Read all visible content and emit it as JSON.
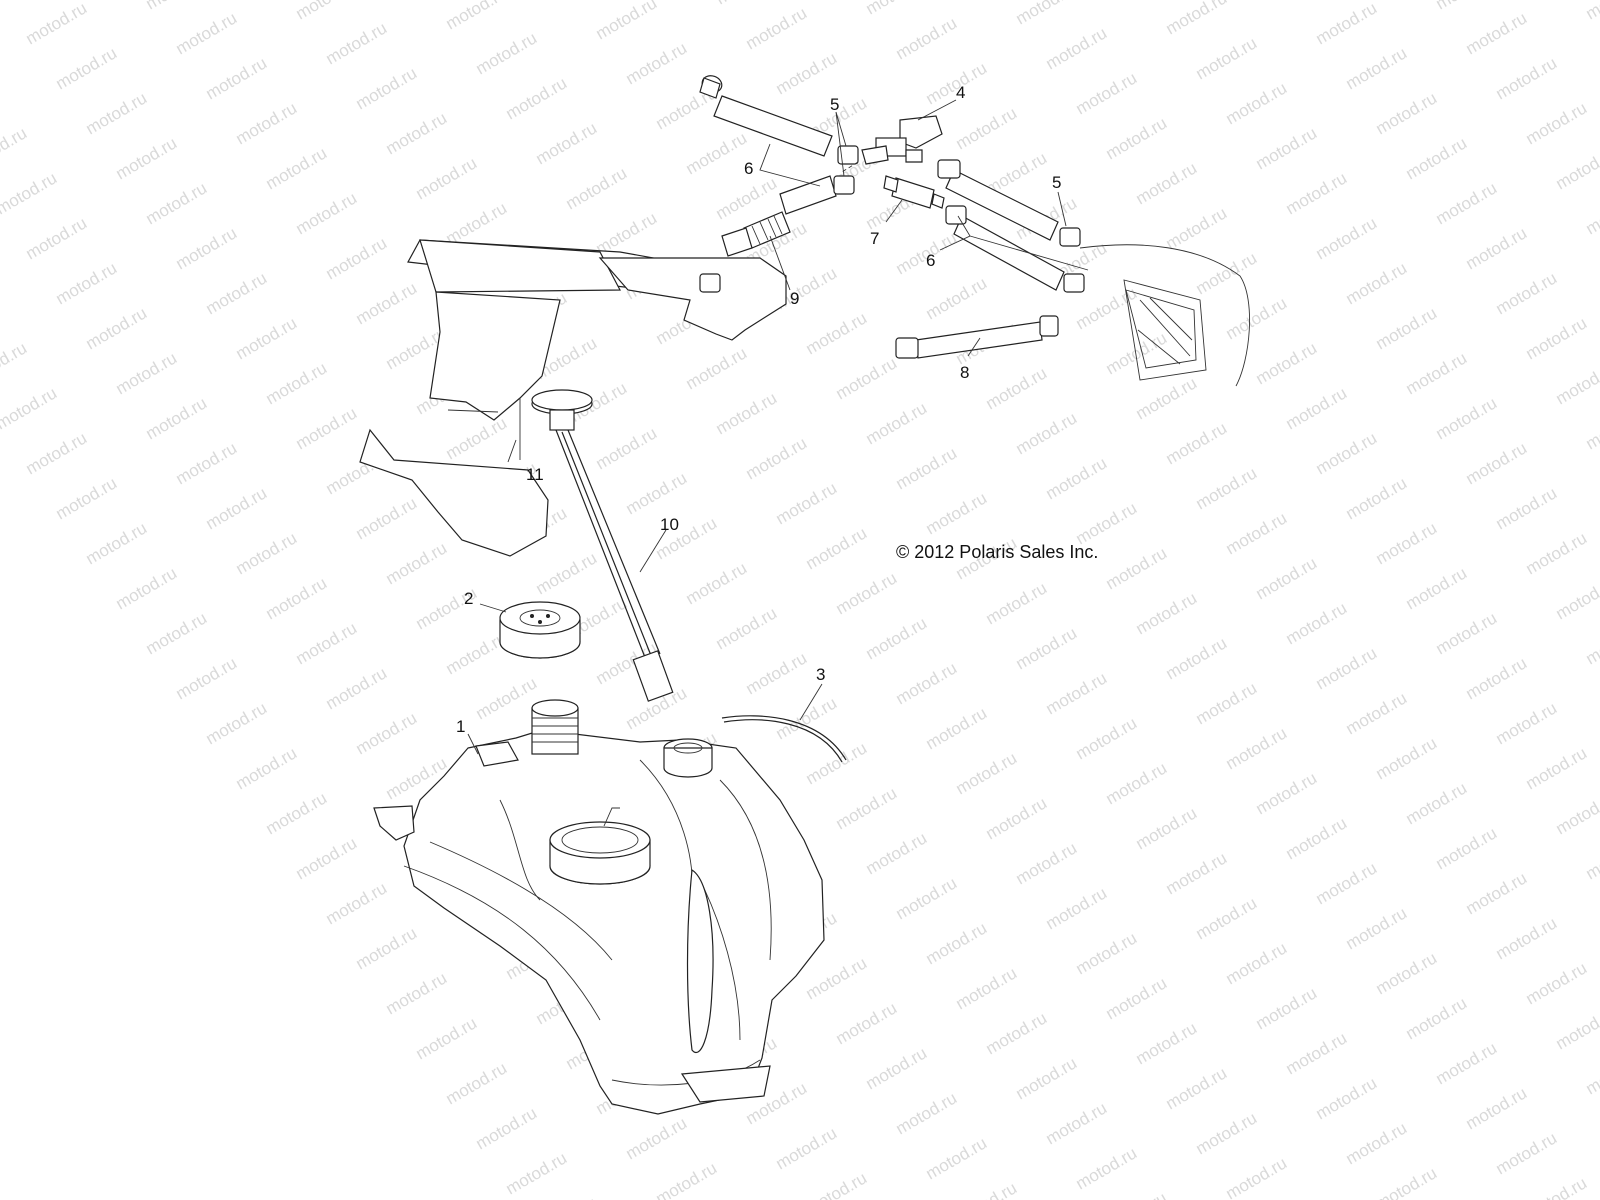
{
  "watermark": {
    "text": "motod.ru"
  },
  "copyright": "© 2012 Polaris Sales Inc.",
  "callouts": [
    "1",
    "2",
    "3",
    "4",
    "5",
    "5",
    "6",
    "6",
    "7",
    "8",
    "9",
    "10",
    "11"
  ],
  "colors": {
    "line": "#222222",
    "watermark": "#d9d9d9",
    "background": "#ffffff"
  }
}
